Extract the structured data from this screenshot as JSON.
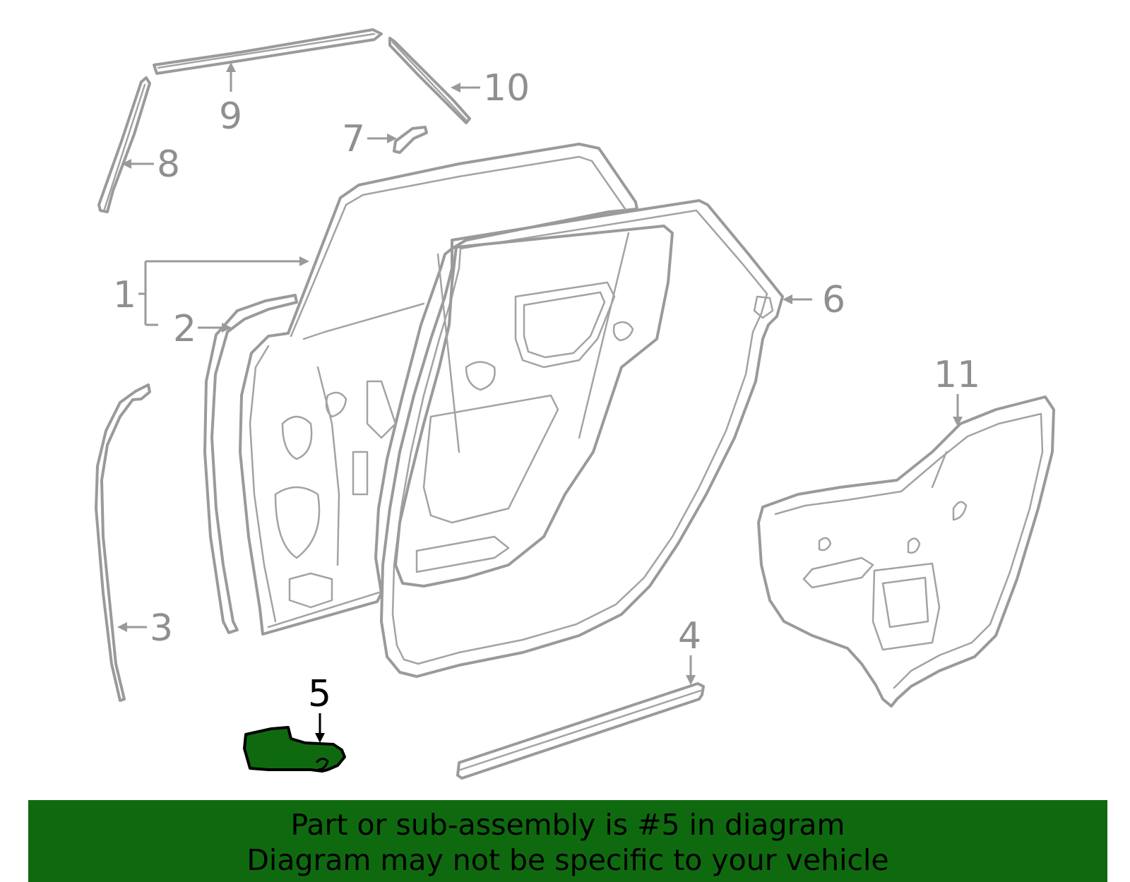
{
  "diagram": {
    "callouts": {
      "c1": "1",
      "c2": "2",
      "c3": "3",
      "c4": "4",
      "c5": "5",
      "c6": "6",
      "c7": "7",
      "c8": "8",
      "c9": "9",
      "c10": "10",
      "c11": "11"
    },
    "highlighted_part": "5",
    "colors": {
      "highlight": "#0f6a0f",
      "line_art": "#9a9a9a",
      "banner_bg": "#0f6a0f"
    }
  },
  "banner": {
    "line1": "Part or sub-assembly is #5 in diagram",
    "line2": "Diagram may not be specific to your vehicle"
  }
}
